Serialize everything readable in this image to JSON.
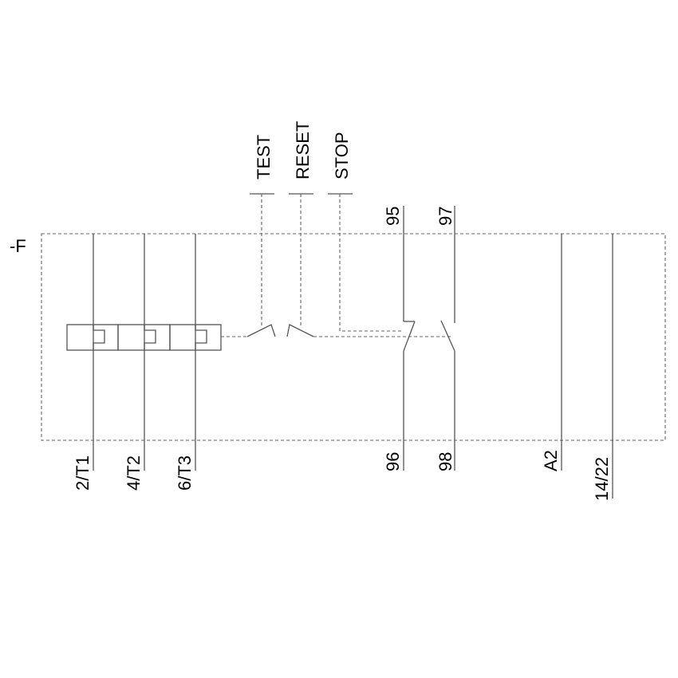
{
  "device": {
    "designation": "-F"
  },
  "push_buttons": [
    {
      "id": "test",
      "label": "TEST"
    },
    {
      "id": "reset",
      "label": "RESET"
    },
    {
      "id": "stop",
      "label": "STOP"
    }
  ],
  "contacts": {
    "nc": {
      "top": "95",
      "bottom": "96"
    },
    "no": {
      "top": "97",
      "bottom": "98"
    }
  },
  "main_terminals": [
    "2/T1",
    "4/T2",
    "6/T3"
  ],
  "control_terminals": [
    "A2",
    "14/22"
  ],
  "colors": {
    "line": "#555555",
    "dashed": "#666666",
    "text": "#000000"
  }
}
